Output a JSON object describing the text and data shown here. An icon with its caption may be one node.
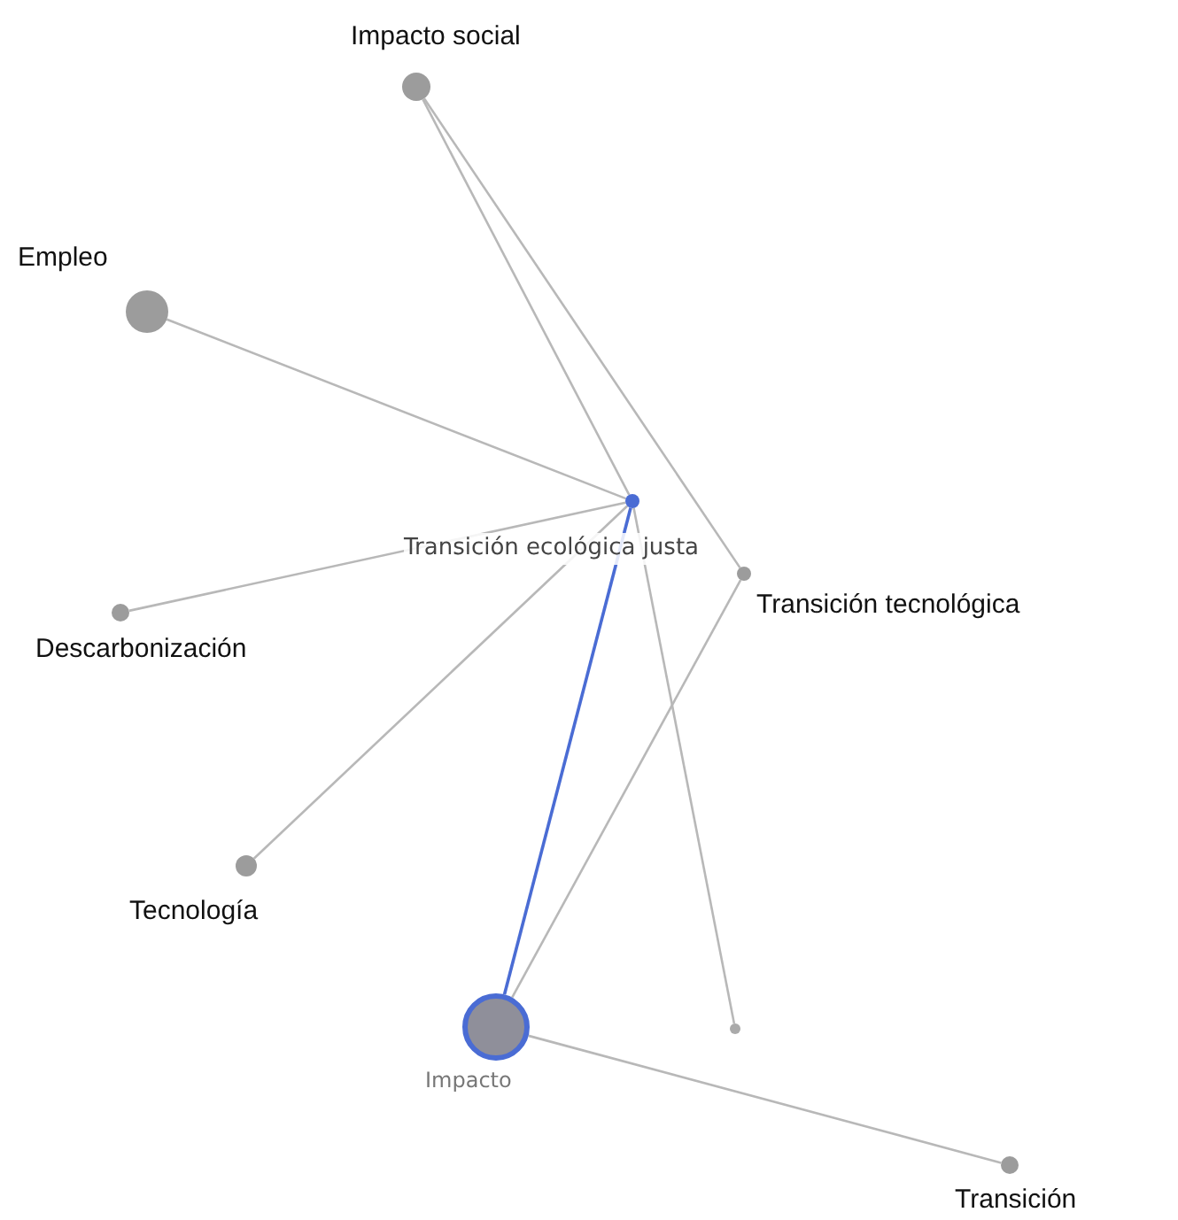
{
  "diagram": {
    "nodes": [
      {
        "text": [
          "Impacto social"
        ]
      },
      {
        "text": [
          "Empleo"
        ]
      },
      {
        "text": [
          "Transición ecológica justa"
        ]
      },
      {
        "text": [
          "Transición tecnológica"
        ]
      },
      {
        "text": [
          "Descarbonización"
        ]
      },
      {
        "text": [
          "Tecnología"
        ]
      },
      {
        "text": [],
        "shape": "circle"
      },
      {
        "text": [
          "Impacto"
        ]
      },
      {
        "text": [
          "Transición"
        ]
      }
    ],
    "edges": [
      {
        "from": 0,
        "to": 2,
        "arrow": "none"
      },
      {
        "from": 0,
        "to": 3,
        "arrow": "none"
      },
      {
        "from": 1,
        "to": 2,
        "arrow": "none"
      },
      {
        "from": 4,
        "to": 2,
        "arrow": "none"
      },
      {
        "from": 5,
        "to": 2,
        "arrow": "none"
      },
      {
        "from": 2,
        "to": 7,
        "arrow": "none",
        "color": "#4a6cd4"
      },
      {
        "from": 2,
        "to": 6,
        "arrow": "none"
      },
      {
        "from": 3,
        "to": 7,
        "arrow": "none"
      },
      {
        "from": 7,
        "to": 8,
        "arrow": "none"
      }
    ]
  }
}
